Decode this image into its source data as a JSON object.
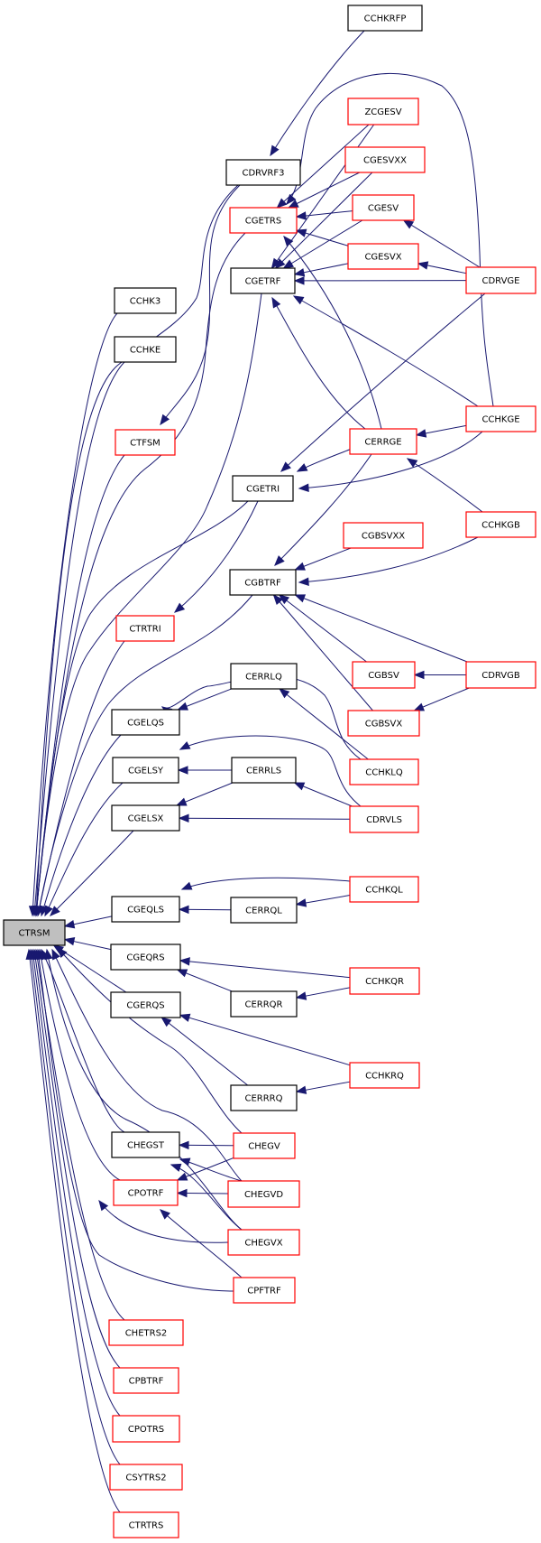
{
  "graph": {
    "title": "Caller graph of CTRSM",
    "root": "CTRSM",
    "colors": {
      "edge": "#191970",
      "normal_border": "#000000",
      "undocumented_border": "#ff0000",
      "root_fill": "#bfbfbf"
    },
    "nodes": [
      {
        "id": "CTRSM",
        "label": "CTRSM",
        "style": "root"
      },
      {
        "id": "CCHKRFP",
        "label": "CCHKRFP",
        "style": "normal"
      },
      {
        "id": "CDRVRF3",
        "label": "CDRVRF3",
        "style": "normal"
      },
      {
        "id": "ZCGESV",
        "label": "ZCGESV",
        "style": "red"
      },
      {
        "id": "CGESVXX",
        "label": "CGESVXX",
        "style": "red"
      },
      {
        "id": "CGESV",
        "label": "CGESV",
        "style": "red"
      },
      {
        "id": "CGETRS",
        "label": "CGETRS",
        "style": "red"
      },
      {
        "id": "CGESVX",
        "label": "CGESVX",
        "style": "red"
      },
      {
        "id": "CGETRF",
        "label": "CGETRF",
        "style": "normal"
      },
      {
        "id": "CDRVGE",
        "label": "CDRVGE",
        "style": "red"
      },
      {
        "id": "CCHK3",
        "label": "CCHK3",
        "style": "normal"
      },
      {
        "id": "CCHKE",
        "label": "CCHKE",
        "style": "normal"
      },
      {
        "id": "CCHKGE",
        "label": "CCHKGE",
        "style": "red"
      },
      {
        "id": "CTFSM",
        "label": "CTFSM",
        "style": "red"
      },
      {
        "id": "CERRGE",
        "label": "CERRGE",
        "style": "red"
      },
      {
        "id": "CGETRI",
        "label": "CGETRI",
        "style": "normal"
      },
      {
        "id": "CCHKGB",
        "label": "CCHKGB",
        "style": "red"
      },
      {
        "id": "CGBSVXX",
        "label": "CGBSVXX",
        "style": "red"
      },
      {
        "id": "CGBTRF",
        "label": "CGBTRF",
        "style": "normal"
      },
      {
        "id": "CTRTRI",
        "label": "CTRTRI",
        "style": "red"
      },
      {
        "id": "CGBSV",
        "label": "CGBSV",
        "style": "red"
      },
      {
        "id": "CDRVGB",
        "label": "CDRVGB",
        "style": "red"
      },
      {
        "id": "CERRLQ",
        "label": "CERRLQ",
        "style": "normal"
      },
      {
        "id": "CGELQS",
        "label": "CGELQS",
        "style": "normal"
      },
      {
        "id": "CGBSVX",
        "label": "CGBSVX",
        "style": "red"
      },
      {
        "id": "CCHKLQ",
        "label": "CCHKLQ",
        "style": "red"
      },
      {
        "id": "CGELSY",
        "label": "CGELSY",
        "style": "normal"
      },
      {
        "id": "CERRLS",
        "label": "CERRLS",
        "style": "normal"
      },
      {
        "id": "CGELSX",
        "label": "CGELSX",
        "style": "normal"
      },
      {
        "id": "CDRVLS",
        "label": "CDRVLS",
        "style": "red"
      },
      {
        "id": "CCHKQL",
        "label": "CCHKQL",
        "style": "red"
      },
      {
        "id": "CGEQLS",
        "label": "CGEQLS",
        "style": "normal"
      },
      {
        "id": "CERRQL",
        "label": "CERRQL",
        "style": "normal"
      },
      {
        "id": "CGEQRS",
        "label": "CGEQRS",
        "style": "normal"
      },
      {
        "id": "CCHKQR",
        "label": "CCHKQR",
        "style": "red"
      },
      {
        "id": "CERRQR",
        "label": "CERRQR",
        "style": "normal"
      },
      {
        "id": "CGERQS",
        "label": "CGERQS",
        "style": "normal"
      },
      {
        "id": "CCHKRQ",
        "label": "CCHKRQ",
        "style": "red"
      },
      {
        "id": "CERRRQ",
        "label": "CERRRQ",
        "style": "normal"
      },
      {
        "id": "CHEGST",
        "label": "CHEGST",
        "style": "normal"
      },
      {
        "id": "CHEGV",
        "label": "CHEGV",
        "style": "red"
      },
      {
        "id": "CPOTRF",
        "label": "CPOTRF",
        "style": "red"
      },
      {
        "id": "CHEGVD",
        "label": "CHEGVD",
        "style": "red"
      },
      {
        "id": "CHEGVX",
        "label": "CHEGVX",
        "style": "red"
      },
      {
        "id": "CPFTRF",
        "label": "CPFTRF",
        "style": "red"
      },
      {
        "id": "CHETRS2",
        "label": "CHETRS2",
        "style": "red"
      },
      {
        "id": "CPBTRF",
        "label": "CPBTRF",
        "style": "red"
      },
      {
        "id": "CPOTRS",
        "label": "CPOTRS",
        "style": "red"
      },
      {
        "id": "CSYTRS2",
        "label": "CSYTRS2",
        "style": "red"
      },
      {
        "id": "CTRTRS",
        "label": "CTRTRS",
        "style": "red"
      }
    ],
    "edges": [
      [
        "CCHKRFP",
        "CDRVRF3"
      ],
      [
        "CDRVRF3",
        "CTFSM"
      ],
      [
        "CDRVRF3",
        "CTRSM"
      ],
      [
        "ZCGESV",
        "CGETRS"
      ],
      [
        "ZCGESV",
        "CGETRF"
      ],
      [
        "CGESVXX",
        "CGETRS"
      ],
      [
        "CGESVXX",
        "CGETRF"
      ],
      [
        "CGESV",
        "CGETRS"
      ],
      [
        "CGESV",
        "CGETRF"
      ],
      [
        "CGESVX",
        "CGETRS"
      ],
      [
        "CGESVX",
        "CGETRF"
      ],
      [
        "CDRVGE",
        "CGESV"
      ],
      [
        "CDRVGE",
        "CGESVX"
      ],
      [
        "CDRVGE",
        "CGETRF"
      ],
      [
        "CDRVGE",
        "CGETRI"
      ],
      [
        "CCHKGE",
        "CGETRS"
      ],
      [
        "CCHKGE",
        "CGETRF"
      ],
      [
        "CCHKGE",
        "CERRGE"
      ],
      [
        "CCHKGE",
        "CGETRI"
      ],
      [
        "CERRGE",
        "CGETRS"
      ],
      [
        "CERRGE",
        "CGETRF"
      ],
      [
        "CERRGE",
        "CGETRI"
      ],
      [
        "CERRGE",
        "CGBTRF"
      ],
      [
        "CCHKGB",
        "CERRGE"
      ],
      [
        "CCHKGB",
        "CGBTRF"
      ],
      [
        "CGBSVXX",
        "CGBTRF"
      ],
      [
        "CGBSV",
        "CGBTRF"
      ],
      [
        "CGBSVX",
        "CGBTRF"
      ],
      [
        "CDRVGB",
        "CGBTRF"
      ],
      [
        "CDRVGB",
        "CGBSV"
      ],
      [
        "CDRVGB",
        "CGBSVX"
      ],
      [
        "CGETRS",
        "CTRSM"
      ],
      [
        "CGETRF",
        "CTRSM"
      ],
      [
        "CGETRI",
        "CTRTRI"
      ],
      [
        "CGETRI",
        "CTRSM"
      ],
      [
        "CGBTRF",
        "CTRSM"
      ],
      [
        "CCHK3",
        "CTRSM"
      ],
      [
        "CCHKE",
        "CTRSM"
      ],
      [
        "CTFSM",
        "CTRSM"
      ],
      [
        "CTRTRI",
        "CTRSM"
      ],
      [
        "CERRLQ",
        "CGELQS"
      ],
      [
        "CCHKLQ",
        "CGELQS"
      ],
      [
        "CCHKLQ",
        "CERRLQ"
      ],
      [
        "CERRLS",
        "CGELSY"
      ],
      [
        "CERRLS",
        "CGELSX"
      ],
      [
        "CDRVLS",
        "CGELSY"
      ],
      [
        "CDRVLS",
        "CERRLS"
      ],
      [
        "CDRVLS",
        "CGELSX"
      ],
      [
        "CGELQS",
        "CTRSM"
      ],
      [
        "CGELSY",
        "CTRSM"
      ],
      [
        "CGELSX",
        "CTRSM"
      ],
      [
        "CCHKQL",
        "CGEQLS"
      ],
      [
        "CCHKQL",
        "CERRQL"
      ],
      [
        "CERRQL",
        "CGEQLS"
      ],
      [
        "CGEQLS",
        "CTRSM"
      ],
      [
        "CCHKQR",
        "CGEQRS"
      ],
      [
        "CCHKQR",
        "CERRQR"
      ],
      [
        "CERRQR",
        "CGEQRS"
      ],
      [
        "CGEQRS",
        "CTRSM"
      ],
      [
        "CCHKRQ",
        "CGERQS"
      ],
      [
        "CCHKRQ",
        "CERRRQ"
      ],
      [
        "CERRRQ",
        "CGERQS"
      ],
      [
        "CGERQS",
        "CTRSM"
      ],
      [
        "CHEGV",
        "CHEGST"
      ],
      [
        "CHEGV",
        "CPOTRF"
      ],
      [
        "CHEGV",
        "CTRSM"
      ],
      [
        "CHEGVD",
        "CHEGST"
      ],
      [
        "CHEGVD",
        "CPOTRF"
      ],
      [
        "CHEGVD",
        "CTRSM"
      ],
      [
        "CHEGVX",
        "CHEGST"
      ],
      [
        "CHEGVX",
        "CPOTRF"
      ],
      [
        "CHEGVX",
        "CTRSM"
      ],
      [
        "CPFTRF",
        "CPOTRF"
      ],
      [
        "CPFTRF",
        "CTRSM"
      ],
      [
        "CHEGST",
        "CTRSM"
      ],
      [
        "CPOTRF",
        "CTRSM"
      ],
      [
        "CHETRS2",
        "CTRSM"
      ],
      [
        "CPBTRF",
        "CTRSM"
      ],
      [
        "CPOTRS",
        "CTRSM"
      ],
      [
        "CSYTRS2",
        "CTRSM"
      ],
      [
        "CTRTRS",
        "CTRSM"
      ]
    ]
  }
}
